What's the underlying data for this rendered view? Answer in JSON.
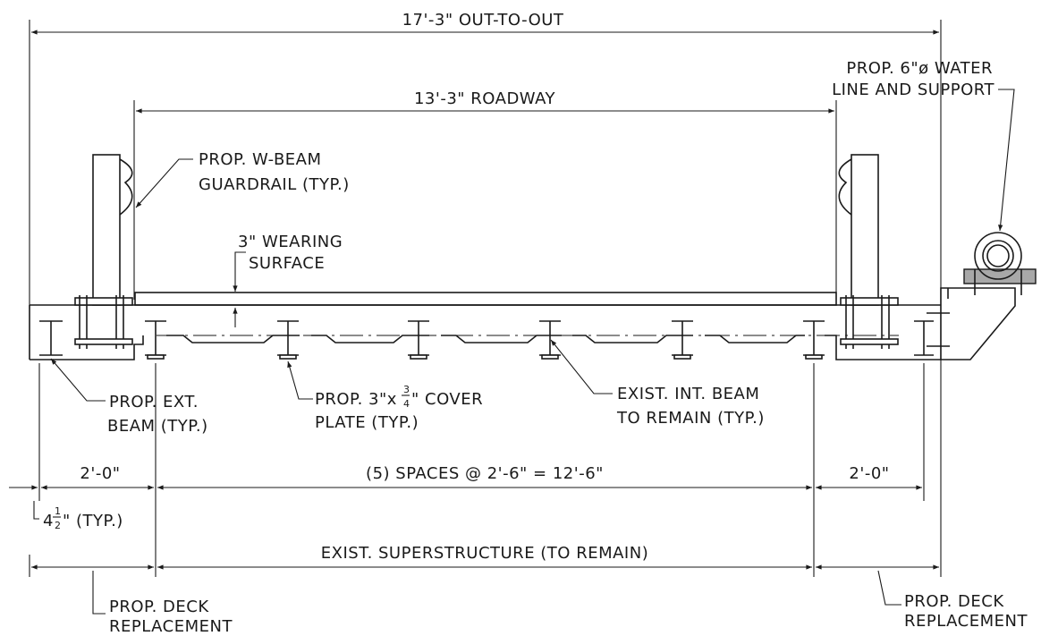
{
  "dimensions": {
    "out_to_out": "17'-3\" OUT-TO-OUT",
    "roadway": "13'-3\" ROADWAY",
    "left_spacing": "2'-0\"",
    "beam_spaces": "(5) SPACES @ 2'-6\" = 12'-6\"",
    "right_spacing": "2'-0\"",
    "offset_whole": "4",
    "offset_frac_num": "1",
    "offset_frac_den": "2",
    "offset_suffix": "\" (TYP.)",
    "existing_superstructure": "EXIST. SUPERSTRUCTURE (TO REMAIN)"
  },
  "labels": {
    "water_line_1": "PROP. 6\"ø WATER",
    "water_line_2": "LINE AND SUPPORT",
    "guardrail_1": "PROP. W-BEAM",
    "guardrail_2": "GUARDRAIL (TYP.)",
    "wearing_1": "3\" WEARING",
    "wearing_2": "SURFACE",
    "ext_beam_1": "PROP. EXT.",
    "ext_beam_2": "BEAM (TYP.)",
    "cover_plate_1a": "PROP. 3\"x",
    "cover_plate_frac_num": "3",
    "cover_plate_frac_den": "4",
    "cover_plate_1b": "\" COVER",
    "cover_plate_2": "PLATE (TYP.)",
    "int_beam_1": "EXIST. INT. BEAM",
    "int_beam_2": "TO REMAIN (TYP.)",
    "deck_left_1": "PROP. DECK",
    "deck_left_2": "REPLACEMENT",
    "deck_right_1": "PROP. DECK",
    "deck_right_2": "REPLACEMENT"
  }
}
